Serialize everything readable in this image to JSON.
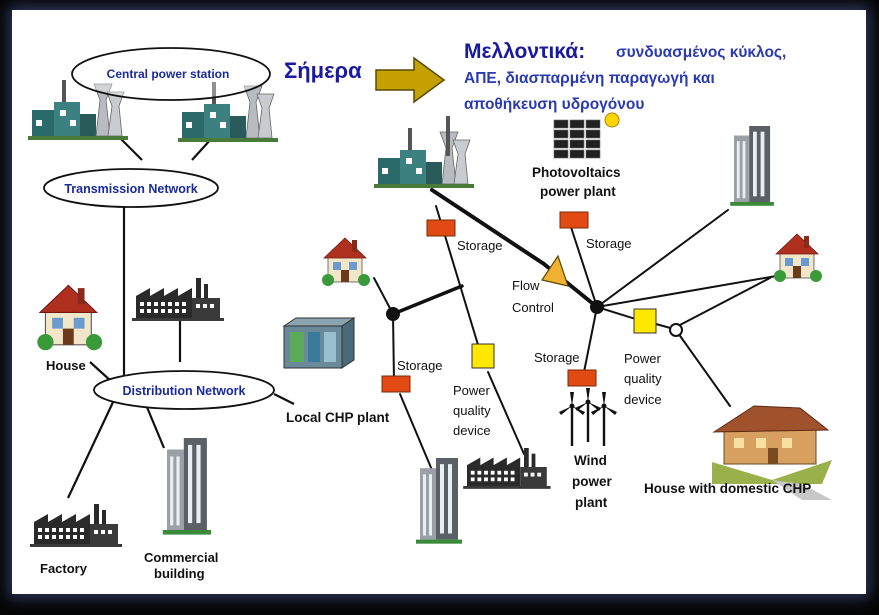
{
  "today_label": "Σήμερα",
  "future_heading": "Μελλοντικά:",
  "future_lines": [
    "συνδυασμένος κύκλος,",
    "ΑΠΕ, διασπαρμένη παραγωγή και",
    "αποθήκευση υδρογόνου"
  ],
  "left": {
    "central": "Central power station",
    "transmission": "Transmission Network",
    "distribution": "Distribution Network",
    "house": "House",
    "factory": "Factory",
    "commercial": [
      "Commercial",
      "building"
    ]
  },
  "right": {
    "pv": [
      "Photovoltaics",
      "power plant"
    ],
    "storage": "Storage",
    "flow": [
      "Flow",
      "Control"
    ],
    "pq": [
      "Power",
      "quality",
      "device"
    ],
    "local_chp": "Local CHP plant",
    "wind": [
      "Wind",
      "power",
      "plant"
    ],
    "house_chp": "House with domestic CHP"
  },
  "colors": {
    "network_blue": "#1a2a9a",
    "storage_red": "#e24a14",
    "pq_yellow": "#ffe800",
    "arrow_olive": "#c4a000"
  }
}
